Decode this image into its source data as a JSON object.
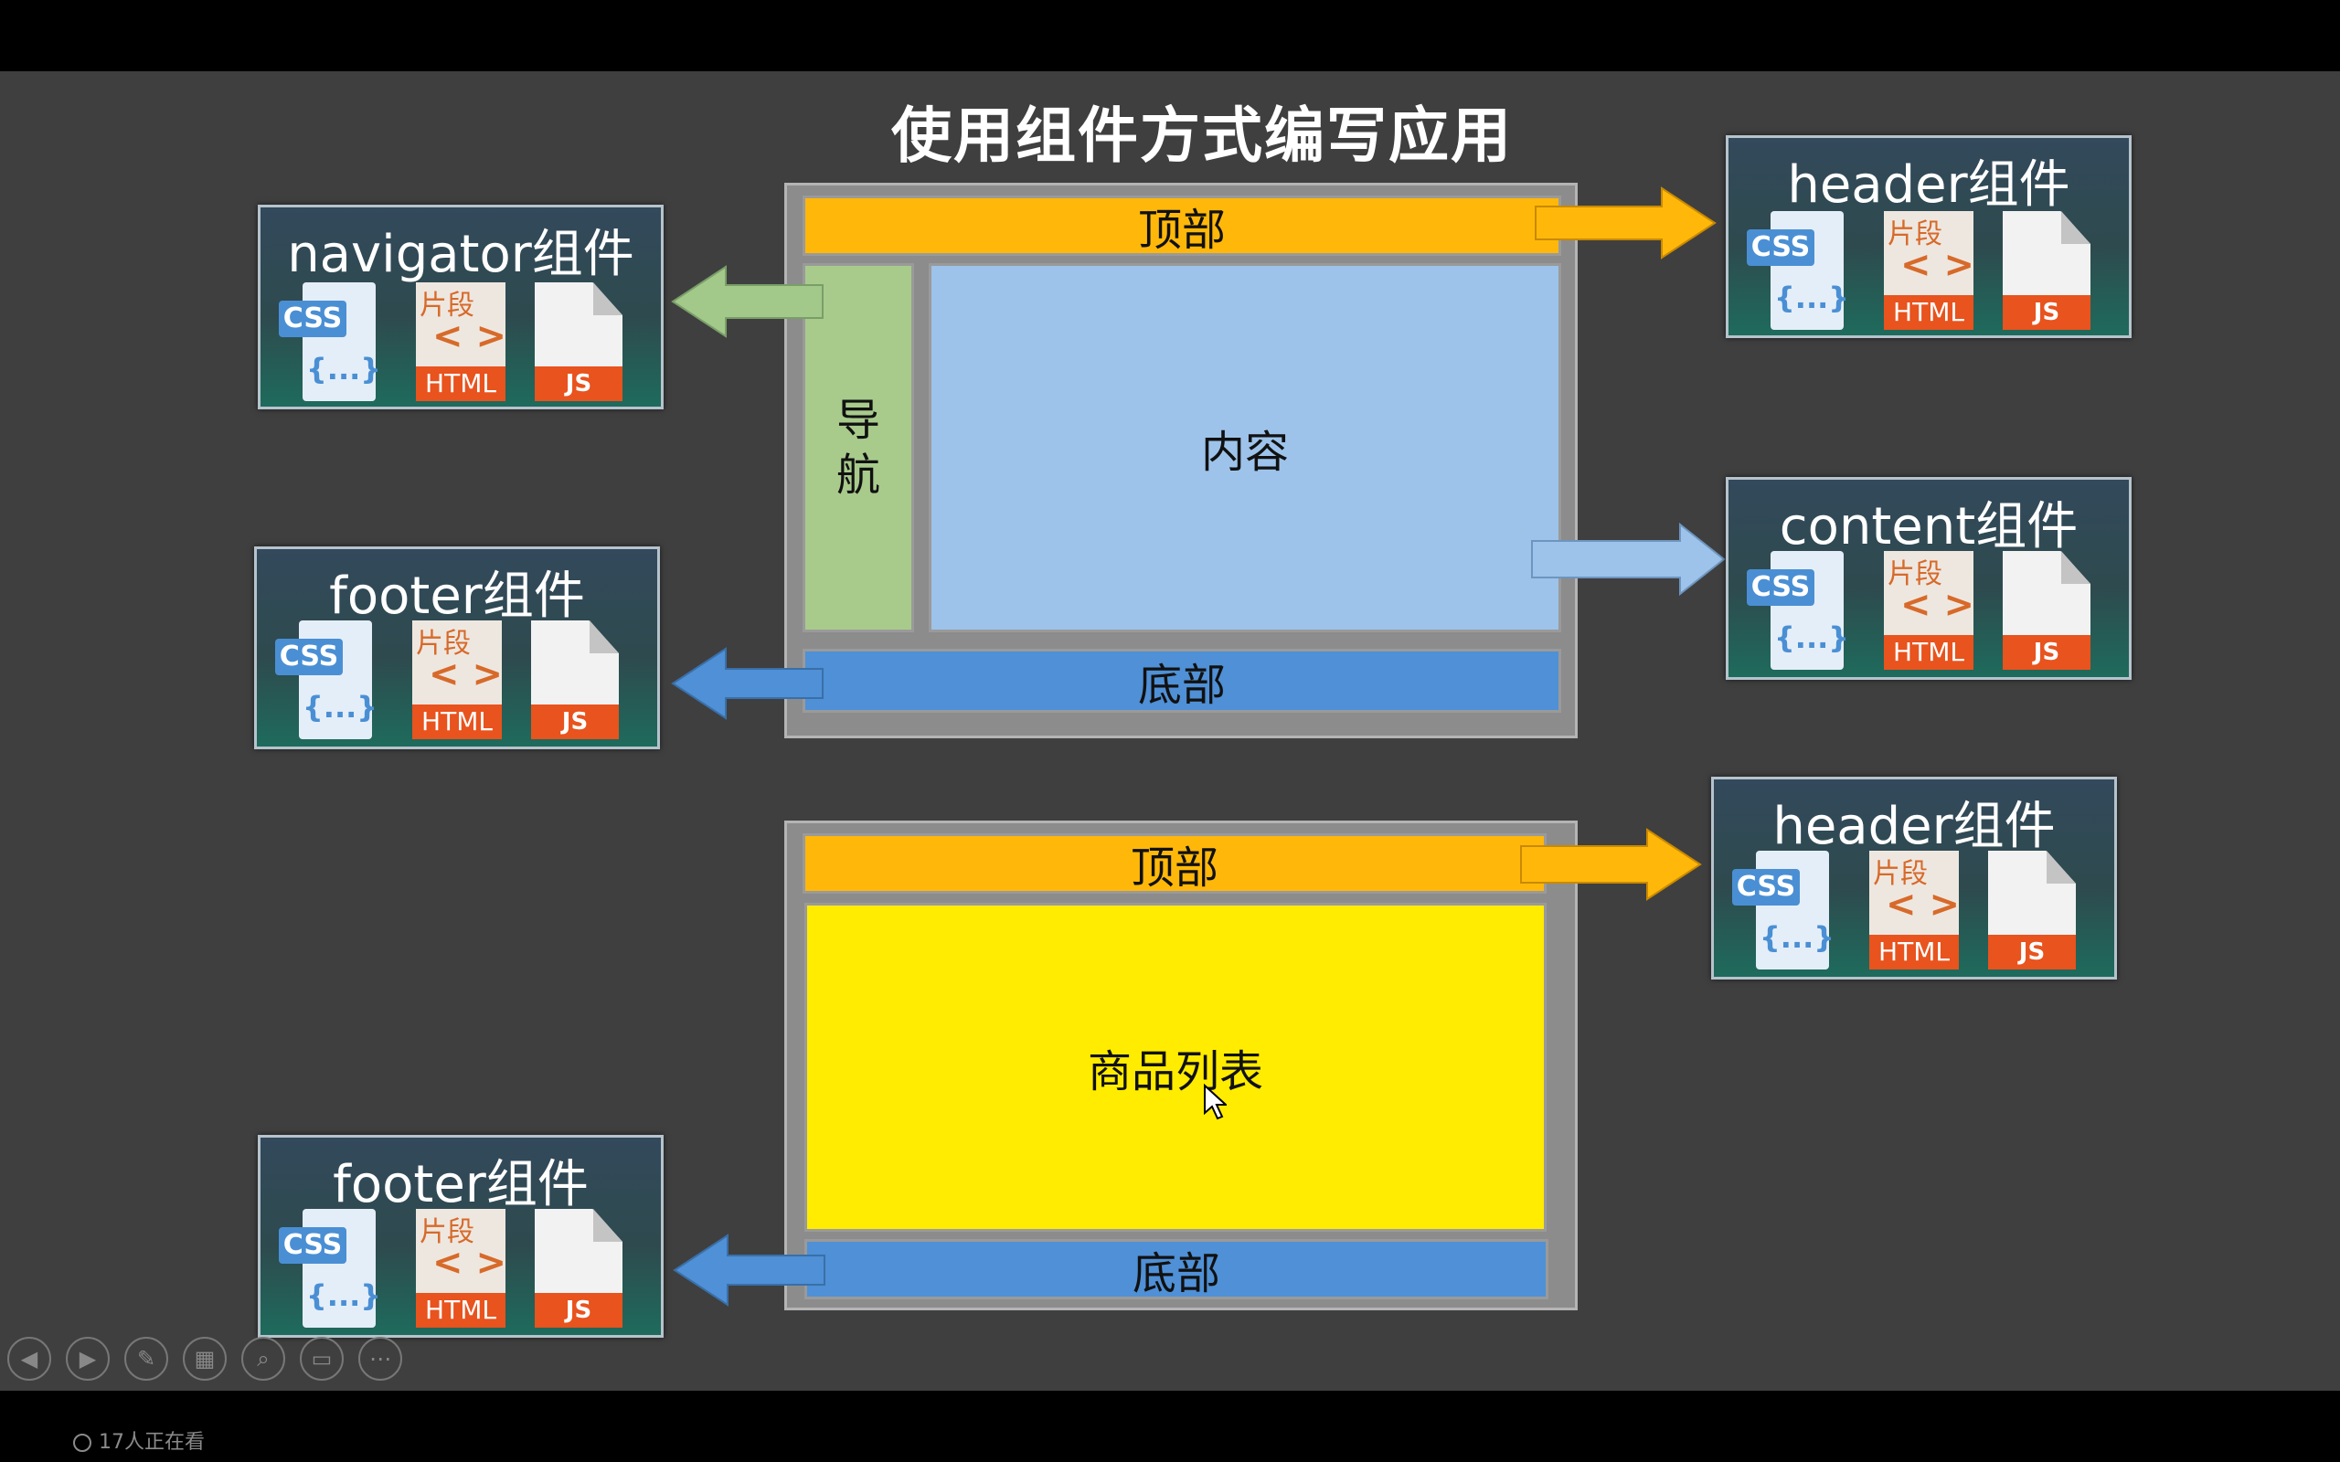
{
  "slide": {
    "title": "使用组件方式编写应用"
  },
  "layout_top": {
    "header_region": "顶部",
    "nav_region": "导\n航",
    "content_region": "内容",
    "footer_region": "底部"
  },
  "layout_bottom": {
    "header_region": "顶部",
    "list_region": "商品列表",
    "footer_region": "底部"
  },
  "components": [
    {
      "title": "navigator组件",
      "css": "CSS",
      "braces": "{...}",
      "tag": "片段",
      "brackets": "< >",
      "html": "HTML",
      "js": "JS"
    },
    {
      "title": "footer组件",
      "css": "CSS",
      "braces": "{...}",
      "tag": "片段",
      "brackets": "< >",
      "html": "HTML",
      "js": "JS"
    },
    {
      "title": "header组件",
      "css": "CSS",
      "braces": "{...}",
      "tag": "片段",
      "brackets": "< >",
      "html": "HTML",
      "js": "JS"
    },
    {
      "title": "content组件",
      "css": "CSS",
      "braces": "{...}",
      "tag": "片段",
      "brackets": "< >",
      "html": "HTML",
      "js": "JS"
    },
    {
      "title": "header组件",
      "css": "CSS",
      "braces": "{...}",
      "tag": "片段",
      "brackets": "< >",
      "html": "HTML",
      "js": "JS"
    },
    {
      "title": "footer组件",
      "css": "CSS",
      "braces": "{...}",
      "tag": "片段",
      "brackets": "< >",
      "html": "HTML",
      "js": "JS"
    }
  ],
  "colors": {
    "header": "#ffb80a",
    "nav": "#a8cb8c",
    "content": "#9dc3ea",
    "footer": "#4f90d6",
    "list": "#ffec00"
  },
  "controls": [
    {
      "icon": "previous-icon",
      "glyph": "◀"
    },
    {
      "icon": "next-icon",
      "glyph": "▶"
    },
    {
      "icon": "pen-icon",
      "glyph": "✎"
    },
    {
      "icon": "slides-icon",
      "glyph": "▦"
    },
    {
      "icon": "zoom-icon",
      "glyph": "⌕"
    },
    {
      "icon": "subtitle-icon",
      "glyph": "▭"
    },
    {
      "icon": "more-icon",
      "glyph": "⋯"
    }
  ],
  "status": {
    "viewers": "17人正在看"
  }
}
